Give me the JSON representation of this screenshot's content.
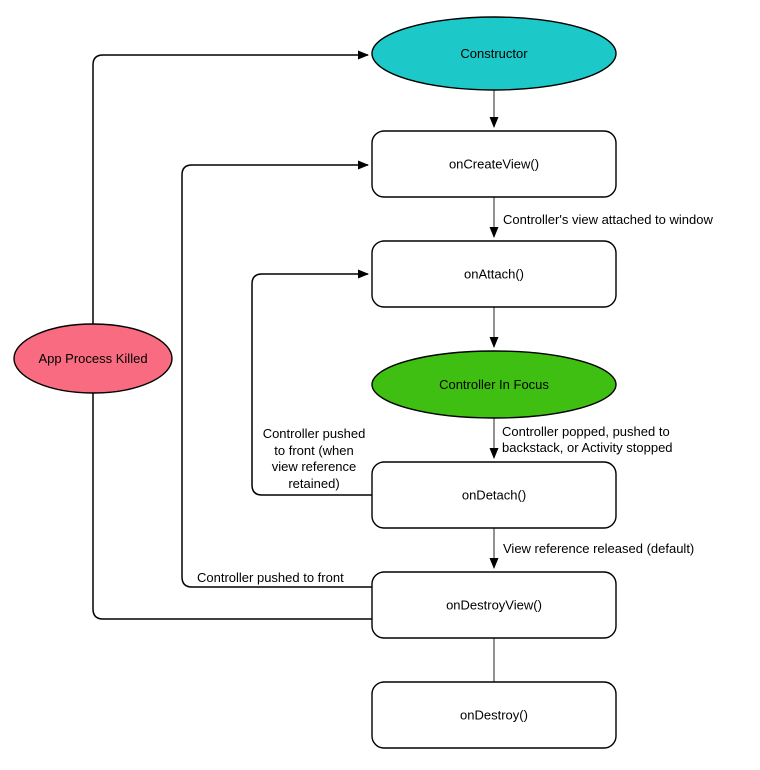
{
  "colors": {
    "constructor_fill": "#1dc8c8",
    "in_focus_fill": "#3fbf11",
    "app_killed_fill": "#f96b80",
    "box_fill": "#ffffff",
    "line_stroke": "#000000"
  },
  "nodes": {
    "constructor": {
      "label": "Constructor"
    },
    "on_create_view": {
      "label": "onCreateView()"
    },
    "on_attach": {
      "label": "onAttach()"
    },
    "controller_in_focus": {
      "label": "Controller In Focus"
    },
    "on_detach": {
      "label": "onDetach()"
    },
    "on_destroy_view": {
      "label": "onDestroyView()"
    },
    "on_destroy": {
      "label": "onDestroy()"
    },
    "app_process_killed": {
      "label": "App Process Killed"
    }
  },
  "edge_labels": {
    "view_attached": "Controller's view attached to window",
    "popped": {
      "lines": [
        "Controller popped, pushed to",
        "backstack, or Activity stopped"
      ]
    },
    "view_released": "View reference released (default)",
    "pushed_front_retained": {
      "lines": [
        "Controller pushed",
        "to front (when",
        "view reference",
        "retained)"
      ]
    },
    "pushed_front": "Controller pushed to front"
  }
}
